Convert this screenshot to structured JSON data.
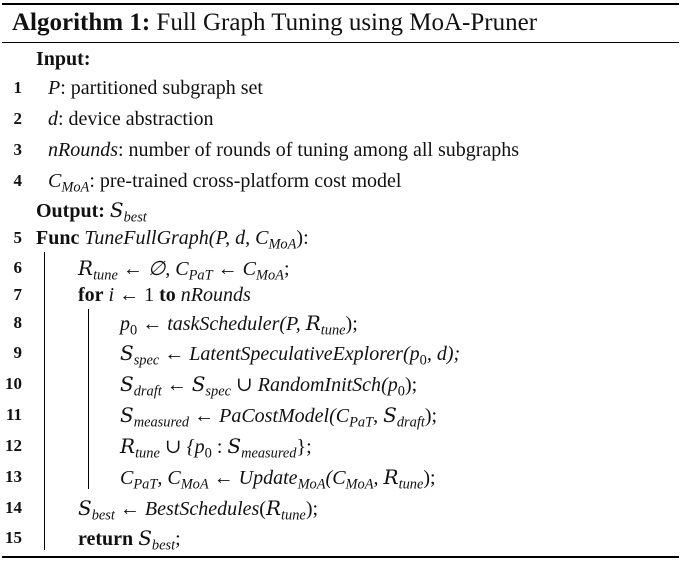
{
  "algorithm": {
    "label": "Algorithm 1:",
    "title": "Full Graph Tuning using MoA-Pruner"
  },
  "lines": {
    "input_kw": "Input:",
    "n1": "1",
    "l1_var": "P",
    "l1_text": ": partitioned subgraph set",
    "n2": "2",
    "l2_var": "d",
    "l2_text": ": device abstraction",
    "n3": "3",
    "l3_var": "nRounds",
    "l3_text": ": number of rounds of tuning among all subgraphs",
    "n4": "4",
    "l4_var": "C",
    "l4_sub": "MoA",
    "l4_text": ": pre-trained cross-platform cost model",
    "output_kw": "Output:",
    "output_var": "S",
    "output_sub": "best",
    "n5": "5",
    "func_kw": "Func",
    "func_name": "TuneFullGraph",
    "func_args_open": "(P, d, C",
    "func_args_sub": "MoA",
    "func_args_close": "):",
    "n6": "6",
    "l6_a": "R",
    "l6_a_sub": "tune",
    "l6_b": " ← ∅, C",
    "l6_b_sub": "PaT",
    "l6_c": " ← C",
    "l6_c_sub": "MoA",
    "l6_end": ";",
    "n7": "7",
    "for_kw": "for",
    "for_var": "i",
    "for_mid": " ← 1 ",
    "to_kw": "to",
    "for_end": "nRounds",
    "n8": "8",
    "l8_a": "p",
    "l8_a_sub": "0",
    "l8_b": " ← ",
    "l8_fn": "taskScheduler",
    "l8_args": "(P, ",
    "l8_r": "R",
    "l8_r_sub": "tune",
    "l8_end": ");",
    "n9": "9",
    "l9_a": "S",
    "l9_a_sub": "spec",
    "l9_b": " ← ",
    "l9_fn": "LatentSpeculativeExplorer",
    "l9_args": "(p",
    "l9_args_sub": "0",
    "l9_end": ", d);",
    "n10": "10",
    "l10_a": "S",
    "l10_a_sub": "draft",
    "l10_b": " ← ",
    "l10_c": "S",
    "l10_c_sub": "spec",
    "l10_d": " ∪ ",
    "l10_fn": "RandomInitSch",
    "l10_args": "(p",
    "l10_args_sub": "0",
    "l10_end": ");",
    "n11": "11",
    "l11_a": "S",
    "l11_a_sub": "measured",
    "l11_b": " ← ",
    "l11_fn": "PaCostModel",
    "l11_args": "(C",
    "l11_args_sub": "PaT",
    "l11_mid": ", ",
    "l11_s": "S",
    "l11_s_sub": "draft",
    "l11_end": ");",
    "n12": "12",
    "l12_a": "R",
    "l12_a_sub": "tune",
    "l12_b": " ∪ {p",
    "l12_b_sub": "0",
    "l12_c": " : ",
    "l12_s": "S",
    "l12_s_sub": "measured",
    "l12_end": "};",
    "n13": "13",
    "l13_a": "C",
    "l13_a_sub": "PaT",
    "l13_b": ", C",
    "l13_b_sub": "MoA",
    "l13_c": " ← ",
    "l13_fn": "Update",
    "l13_fn_sub": "MoA",
    "l13_args": "(C",
    "l13_args_sub": "MoA",
    "l13_mid": ", ",
    "l13_r": "R",
    "l13_r_sub": "tune",
    "l13_end": ");",
    "n14": "14",
    "l14_a": "S",
    "l14_a_sub": "best",
    "l14_b": " ← ",
    "l14_fn": "BestSchedules",
    "l14_args": "(",
    "l14_r": "R",
    "l14_r_sub": "tune",
    "l14_end": ");",
    "n15": "15",
    "return_kw": "return",
    "return_var": "S",
    "return_sub": "best",
    "return_end": ";"
  }
}
